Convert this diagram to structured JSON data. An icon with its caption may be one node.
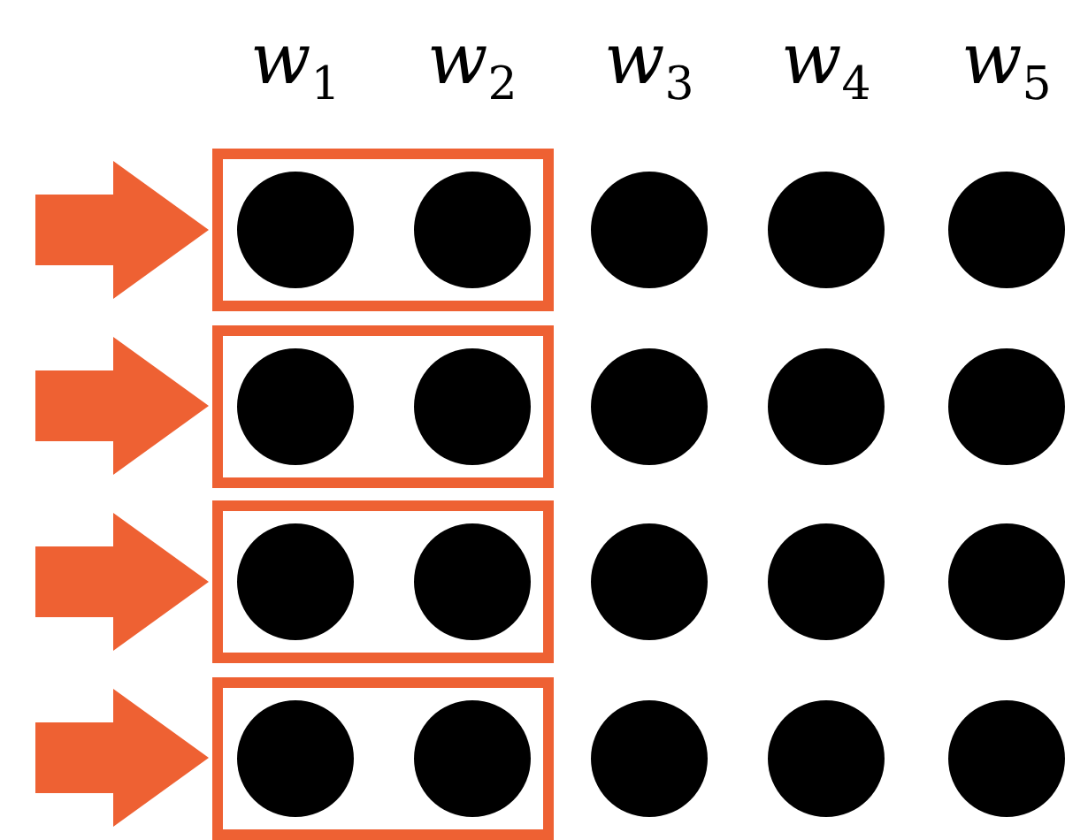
{
  "diagram": {
    "nodes": [
      {
        "text": [],
        "shape": "box"
      },
      {
        "text": [],
        "shape": "circle",
        "in": 0
      },
      {
        "text": [],
        "shape": "circle",
        "in": 0
      },
      {
        "text": [],
        "shape": "circle"
      },
      {
        "text": [],
        "shape": "circle"
      },
      {
        "text": [],
        "shape": "circle"
      },
      {
        "text": [],
        "shape": "box"
      },
      {
        "text": [],
        "shape": "circle",
        "in": 6
      },
      {
        "text": [],
        "shape": "circle",
        "in": 6
      },
      {
        "text": [],
        "shape": "circle"
      },
      {
        "text": [],
        "shape": "circle"
      },
      {
        "text": [],
        "shape": "circle"
      },
      {
        "text": [],
        "shape": "box"
      },
      {
        "text": [],
        "shape": "circle",
        "in": 12
      },
      {
        "text": [],
        "shape": "circle",
        "in": 12
      },
      {
        "text": [],
        "shape": "circle"
      },
      {
        "text": [],
        "shape": "circle"
      },
      {
        "text": [],
        "shape": "circle"
      },
      {
        "text": [],
        "shape": "box"
      },
      {
        "text": [],
        "shape": "circle",
        "in": 18
      },
      {
        "text": [],
        "shape": "circle",
        "in": 18
      },
      {
        "text": [],
        "shape": "circle"
      },
      {
        "text": [],
        "shape": "circle"
      },
      {
        "text": [],
        "shape": "circle"
      }
    ],
    "edges": [
      {
        "from": null,
        "to": 0,
        "arrow": "to",
        "style": "thick"
      },
      {
        "from": null,
        "to": 6,
        "arrow": "to",
        "style": "thick"
      },
      {
        "from": null,
        "to": 12,
        "arrow": "to",
        "style": "thick"
      },
      {
        "from": null,
        "to": 18,
        "arrow": "to",
        "style": "thick"
      }
    ],
    "labels": [
      "w$_{1}$",
      "w$_{2}$",
      "w$_{3}$",
      "w$_{4}$",
      "w$_{5}$"
    ]
  }
}
